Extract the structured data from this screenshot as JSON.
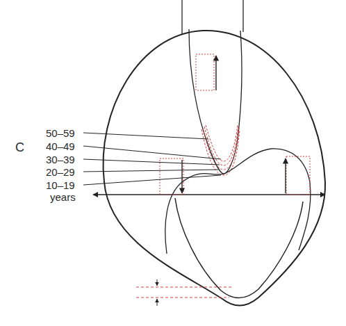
{
  "diagram": {
    "labels": [
      "C",
      "50–59",
      "40–49",
      "30–39",
      "20–29",
      "10–19",
      "years"
    ]
  }
}
